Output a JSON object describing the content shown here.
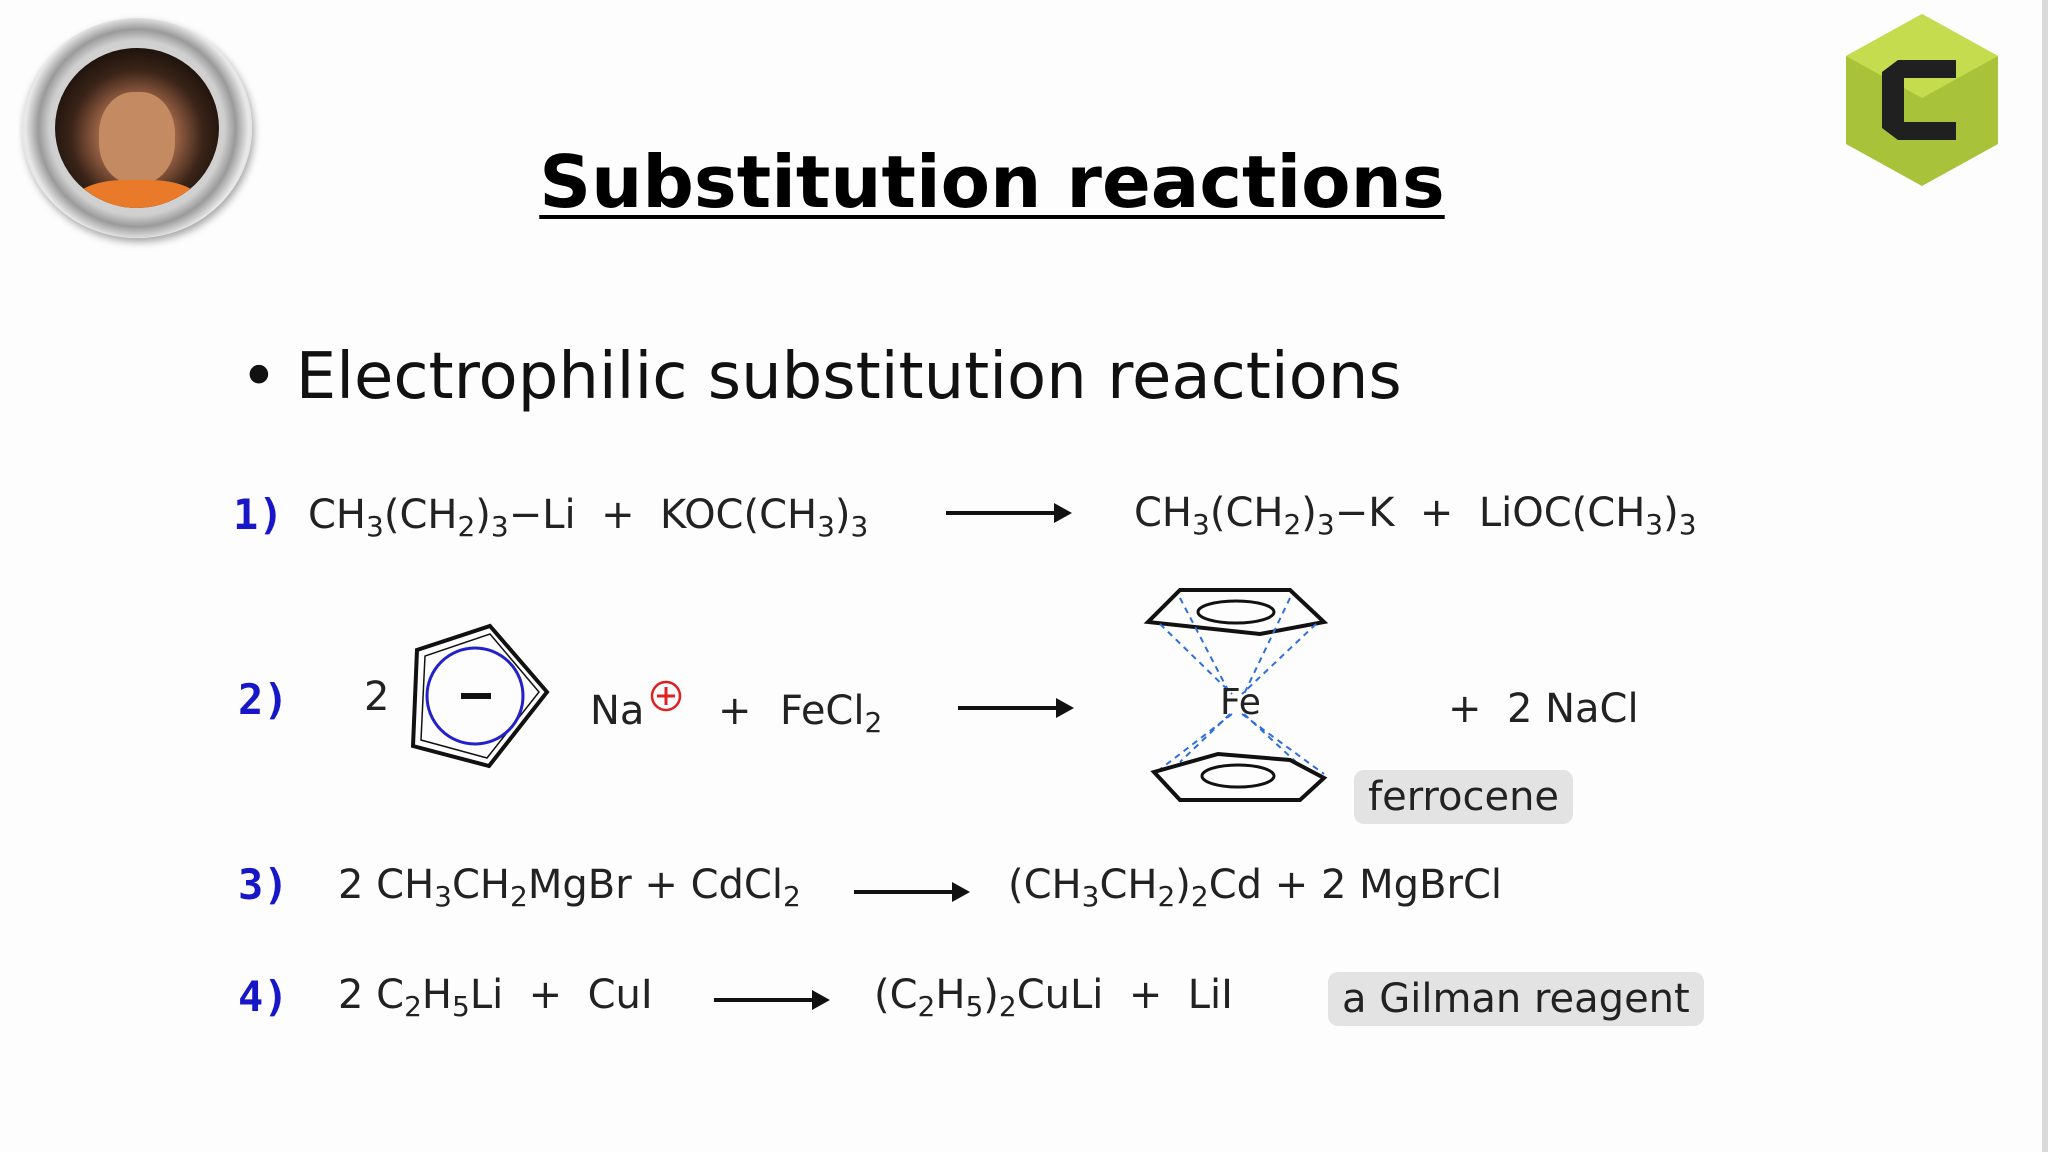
{
  "title": "Substitution reactions",
  "bullet": "Electrophilic substitution reactions",
  "reactions": [
    {
      "num": "1)"
    },
    {
      "num": "2)",
      "coef": "2",
      "cation": "Na",
      "reagent": "FeCl",
      "reagent_sub": "2",
      "metal": "Fe",
      "product": "2 NaCl",
      "plus": "+",
      "label": "ferrocene"
    },
    {
      "num": "3)"
    },
    {
      "num": "4)",
      "label": "a Gilman reagent"
    }
  ],
  "colors": {
    "number": "#1717c8",
    "charge": "#e02020",
    "logo_green": "#a8c23a",
    "logo_dark": "#202020"
  },
  "icons": [
    "avatar",
    "logo-icon",
    "cyclopentadienyl-anion-icon",
    "ferrocene-structure-icon"
  ]
}
